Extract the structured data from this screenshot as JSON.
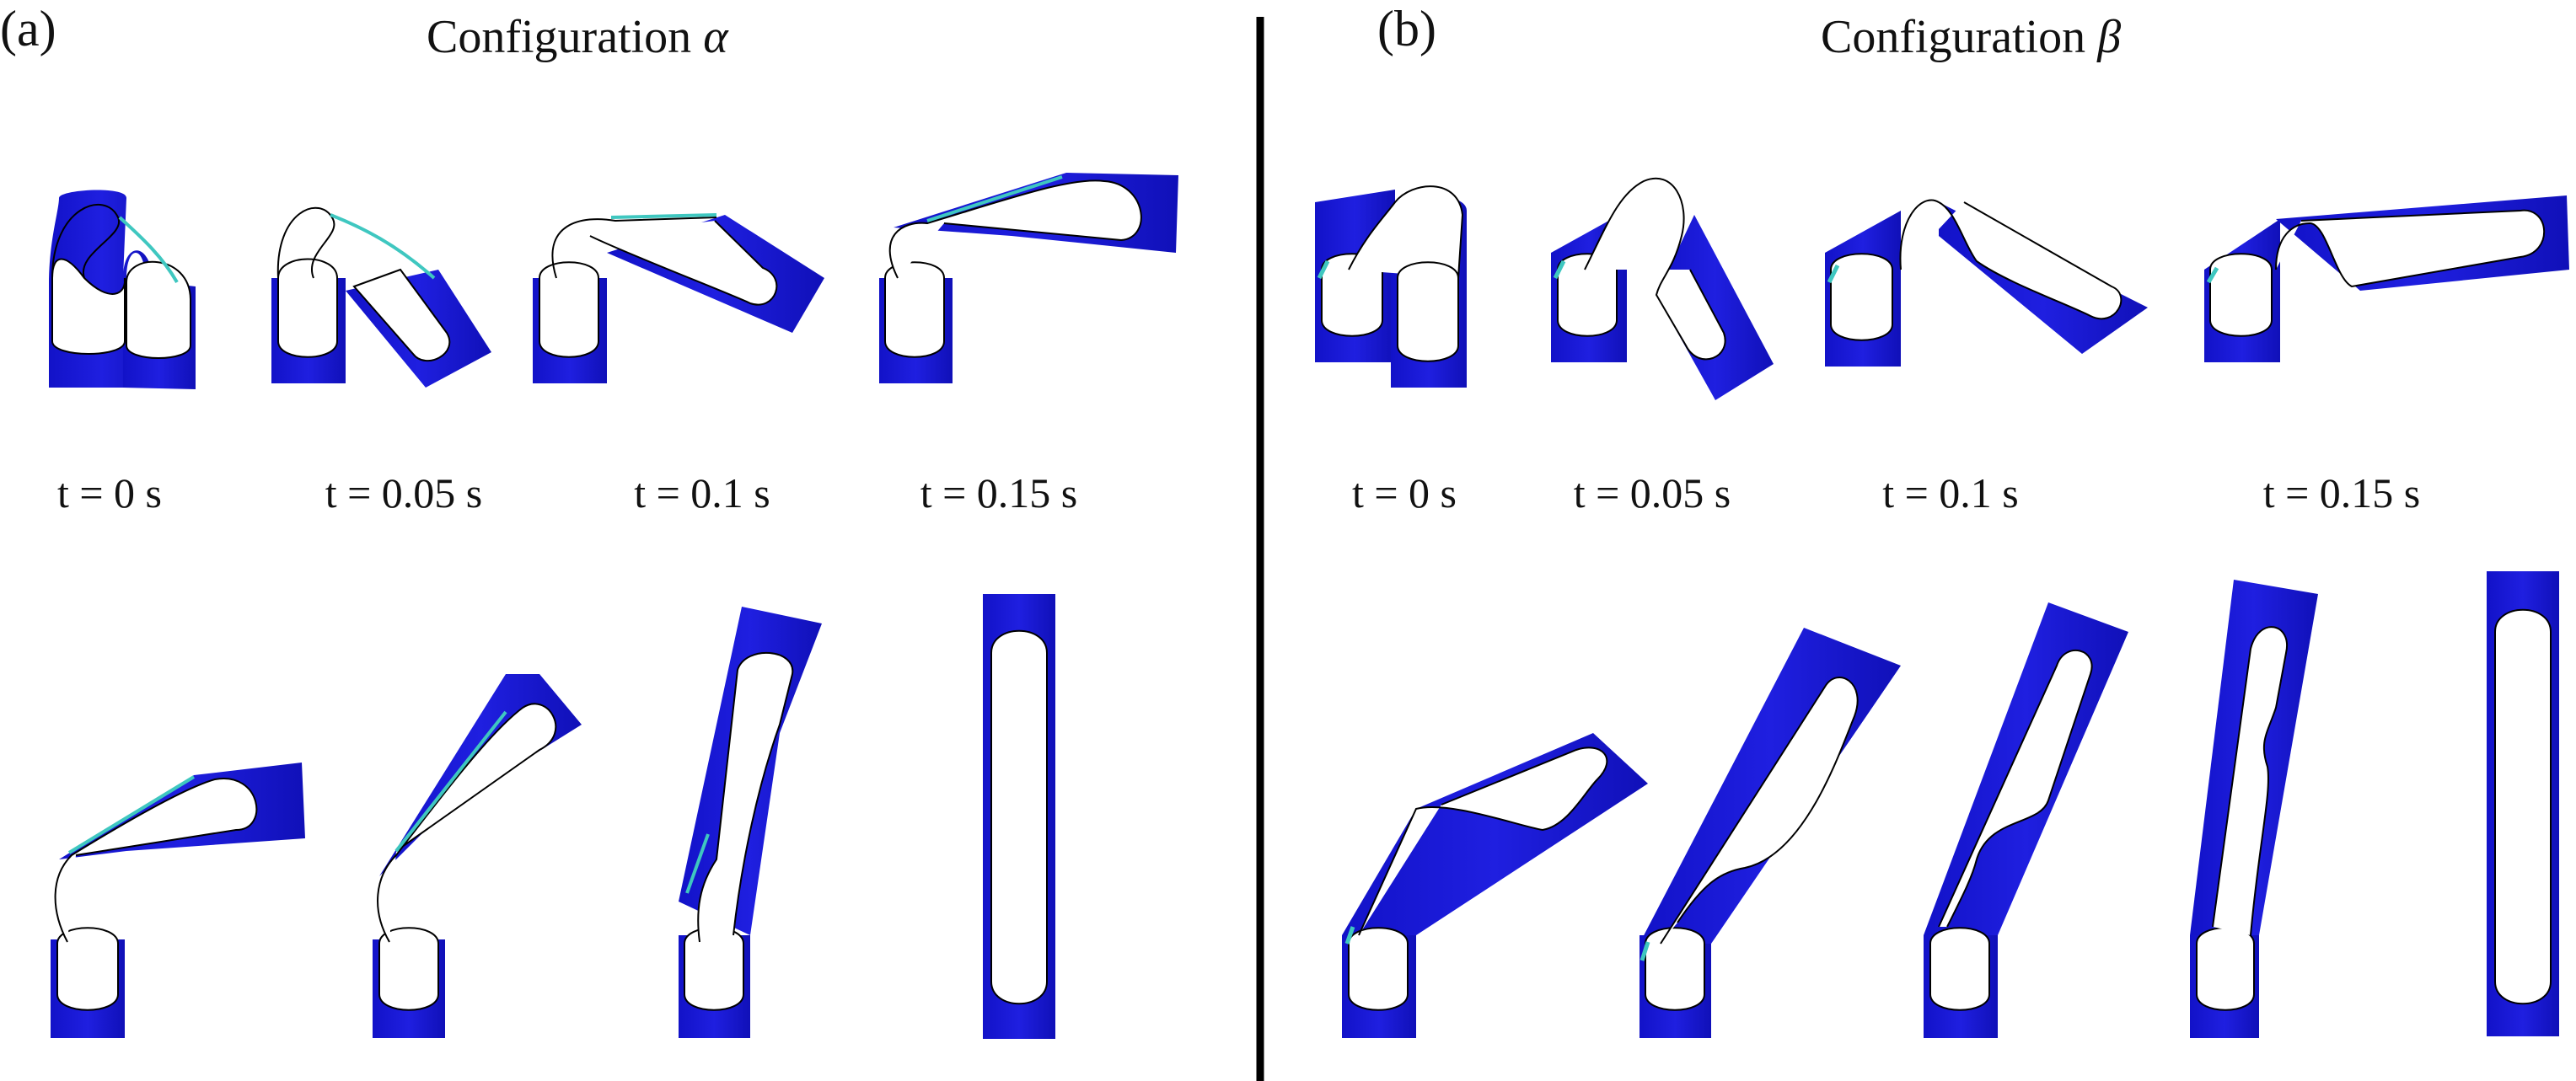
{
  "panels": [
    {
      "label": "(a)",
      "title": "Configuration",
      "symbol": "α",
      "times": [
        "t = 0 s",
        "t = 0.05 s",
        "t = 0.1 s",
        "t = 0.15 s"
      ]
    },
    {
      "label": "(b)",
      "title": "Configuration",
      "symbol": "β",
      "times": [
        "t = 0 s",
        "t = 0.05 s",
        "t = 0.1 s",
        "t = 0.15 s"
      ]
    }
  ],
  "colors": {
    "beam": "#1a1ad6",
    "beam_dark": "#0f0fb0",
    "hotspot": "#3fc7c0",
    "hole": "#ffffff",
    "outline": "#000000",
    "divider": "#000000"
  }
}
